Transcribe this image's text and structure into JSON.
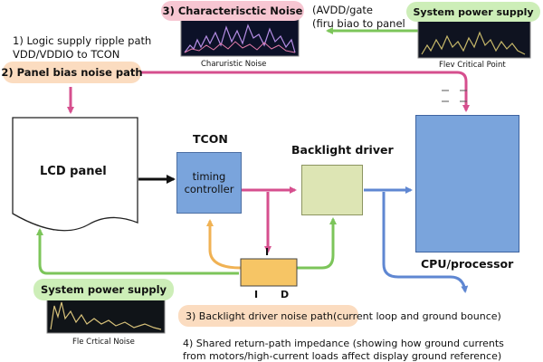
{
  "labels": {
    "characteristic_noise_title": "3) Characterisctic Noise",
    "avdd_line1": "(AVDD/gate",
    "avdd_line2": "(firu biao to panel",
    "system_power_top": "System power supply",
    "logic_ripple_line1": "1) Logic supply ripple path",
    "logic_ripple_line2": "VDD/VDDIO to TCON",
    "panel_bias_noise": "2) Panel bias noise path",
    "char_noise_caption": "Charuristic Noise",
    "flev_caption": "Flev Critical Point",
    "lcd_panel": "LCD panel",
    "tcon_title": "TCON",
    "timing_controller_line1": "timing",
    "timing_controller_line2": "controller",
    "backlight_driver": "Backlight driver",
    "cpu_processor": "CPU/processor",
    "system_power_bottom": "System power supply",
    "fle_caption": "Fle Crtical Noise",
    "small_box_top": "I",
    "small_box_left": "I",
    "small_box_right": "D",
    "backlight_noise_path": "3) Backlight driver noise path(current loop and ground bounce)",
    "shared_return_line1": "4) Shared return-path impedance (showing how ground currents",
    "shared_return_line2": "from motors/high-current loads affect display ground reference)"
  },
  "colors": {
    "pink_pill": "#f7c6d2",
    "green_pill": "#cdeeb8",
    "peach_pill": "#fbdcc0",
    "box_blue": "#7aa4dc",
    "box_olive": "#dde5b4",
    "box_orange": "#f6c565",
    "arrow_pink": "#d64f8e",
    "arrow_green": "#7cc55a",
    "arrow_blue": "#5f87d2",
    "arrow_orange": "#f0b254"
  }
}
